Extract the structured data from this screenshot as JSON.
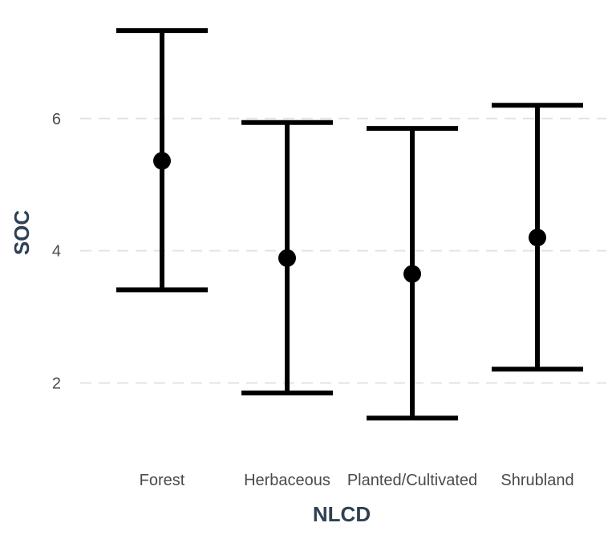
{
  "chart_data": {
    "type": "errorbar",
    "xlabel": "NLCD",
    "ylabel": "SOC",
    "categories": [
      "Forest",
      "Herbaceous",
      "Planted/Cultivated",
      "Shrubland"
    ],
    "mean": [
      5.36,
      3.89,
      3.65,
      4.2
    ],
    "lower": [
      3.41,
      1.85,
      1.47,
      2.21
    ],
    "upper": [
      7.33,
      5.94,
      5.85,
      6.2
    ],
    "ylim": [
      1.0,
      7.55
    ],
    "yticks": [
      2,
      4,
      6
    ],
    "grid": true,
    "grid_axis": "y",
    "point_color": "#000000",
    "title_color": "#2f4152"
  }
}
